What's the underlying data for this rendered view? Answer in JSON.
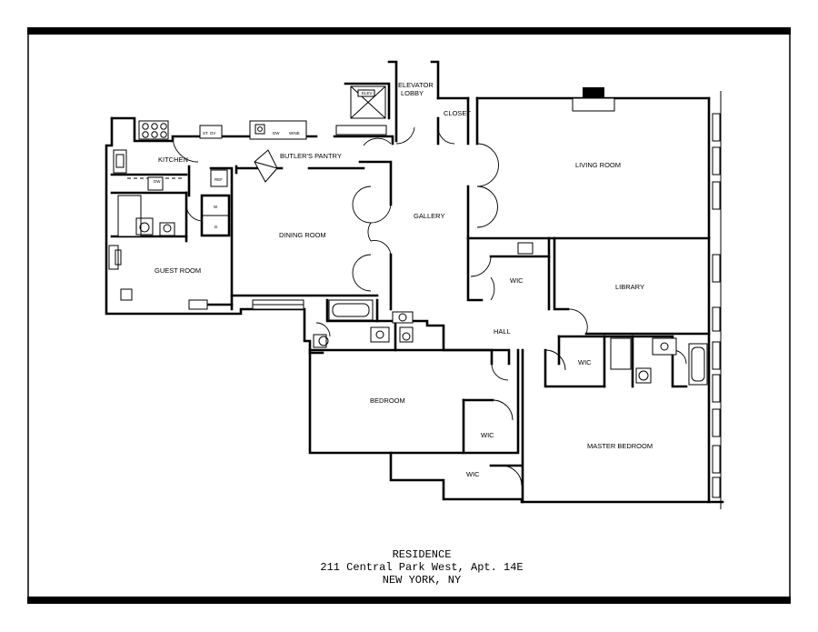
{
  "rooms": {
    "kitchen": "KITCHEN",
    "butlers_pantry": "BUTLER'S PANTRY",
    "elevator_lobby_1": "ELEVATOR",
    "elevator_lobby_2": "LOBBY",
    "closet": "CLOSET",
    "living_room": "LIVING ROOM",
    "dining_room": "DINING ROOM",
    "gallery": "GALLERY",
    "guest_room": "GUEST ROOM",
    "wic_1": "WIC",
    "library": "LIBRARY",
    "hall": "HALL",
    "wic_2": "WIC",
    "bedroom": "BEDROOM",
    "wic_3": "WIC",
    "master_bedroom": "MASTER BEDROOM",
    "wic_4": "WIC"
  },
  "fixtures": {
    "elev": "ELEV",
    "st_ov": "ST. OV",
    "dw_1": "DW",
    "dw_2": "DW",
    "wine": "WINE",
    "ref": "REF",
    "w": "W",
    "d": "D"
  },
  "caption": {
    "line1": "RESIDENCE",
    "line2": "211 Central Park West, Apt. 14E",
    "line3": "NEW YORK, NY"
  }
}
